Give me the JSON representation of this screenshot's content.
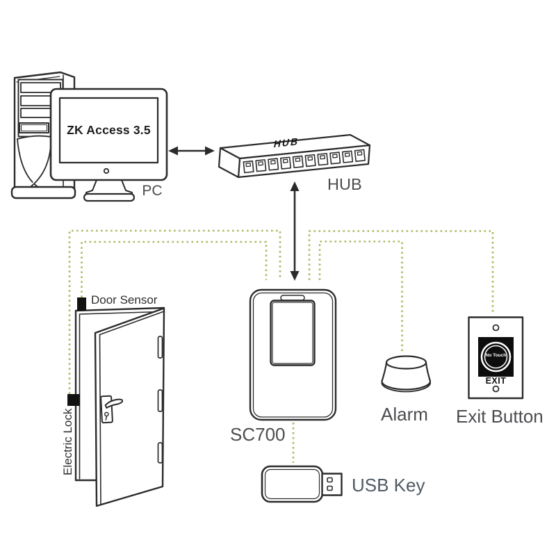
{
  "colors": {
    "background": "#ffffff",
    "ink": "#2b2b2b",
    "wire_accent": "#abba62",
    "label_gray": "#4c4c50",
    "button_black": "#0d0d0d"
  },
  "diagram": {
    "pc": {
      "label": "PC",
      "screen_text": "ZK Access 3.5"
    },
    "hub": {
      "label": "HUB",
      "top_text": "HUB"
    },
    "sc700": {
      "label": "SC700"
    },
    "door": {
      "sensor_label": "Door Sensor",
      "lock_label": "Electric Lock"
    },
    "alarm": {
      "label": "Alarm"
    },
    "exit_button": {
      "label": "Exit Button",
      "touch_text": "No Touch",
      "exit_text": "EXIT"
    },
    "usb_key": {
      "label": "USB Key"
    },
    "connections": [
      {
        "from": "PC",
        "to": "HUB",
        "style": "double-arrow"
      },
      {
        "from": "HUB",
        "to": "SC700",
        "style": "double-arrow"
      },
      {
        "from": "SC700",
        "to": "Door Sensor",
        "style": "dotted-wire"
      },
      {
        "from": "SC700",
        "to": "Electric Lock",
        "style": "dotted-wire"
      },
      {
        "from": "SC700",
        "to": "Alarm",
        "style": "dotted-wire"
      },
      {
        "from": "SC700",
        "to": "Exit Button",
        "style": "dotted-wire"
      },
      {
        "from": "SC700",
        "to": "USB Key",
        "style": "dotted-wire"
      }
    ]
  }
}
